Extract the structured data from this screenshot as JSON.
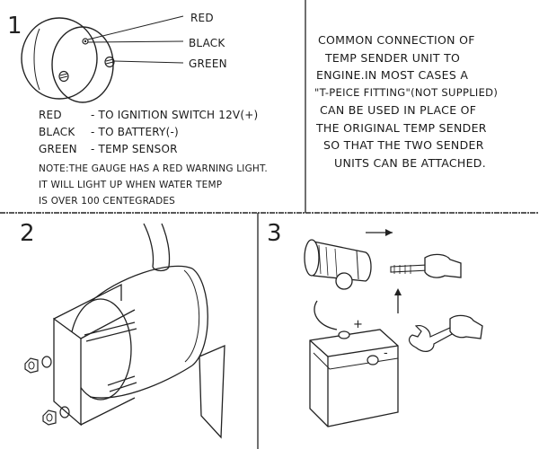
{
  "panel1": {
    "number": "1",
    "wire_labels": [
      "RED",
      "BLACK",
      "GREEN"
    ],
    "legend": [
      {
        "color": "RED",
        "desc": "- TO IGNITION SWITCH 12V(+)"
      },
      {
        "color": "BLACK",
        "desc": "- TO BATTERY(-)"
      },
      {
        "color": "GREEN",
        "desc": "- TEMP SENSOR"
      }
    ],
    "note": [
      "NOTE:THE GAUGE HAS A RED WARNING LIGHT.",
      "IT WILL LIGHT UP WHEN WATER TEMP",
      "IS OVER 100 CENTEGRADES"
    ]
  },
  "caption": [
    "COMMON CONNECTION OF",
    "TEMP SENDER UNIT TO",
    "ENGINE.IN MOST CASES A",
    "\"T-PEICE FITTING\"(NOT SUPPLIED)",
    "CAN BE USED IN PLACE OF",
    "THE ORIGINAL TEMP SENDER",
    "SO THAT THE TWO SENDER",
    "UNITS CAN BE ATTACHED."
  ],
  "panel2": {
    "number": "2"
  },
  "panel3": {
    "number": "3",
    "battery_plus": "+",
    "battery_minus": "-"
  }
}
